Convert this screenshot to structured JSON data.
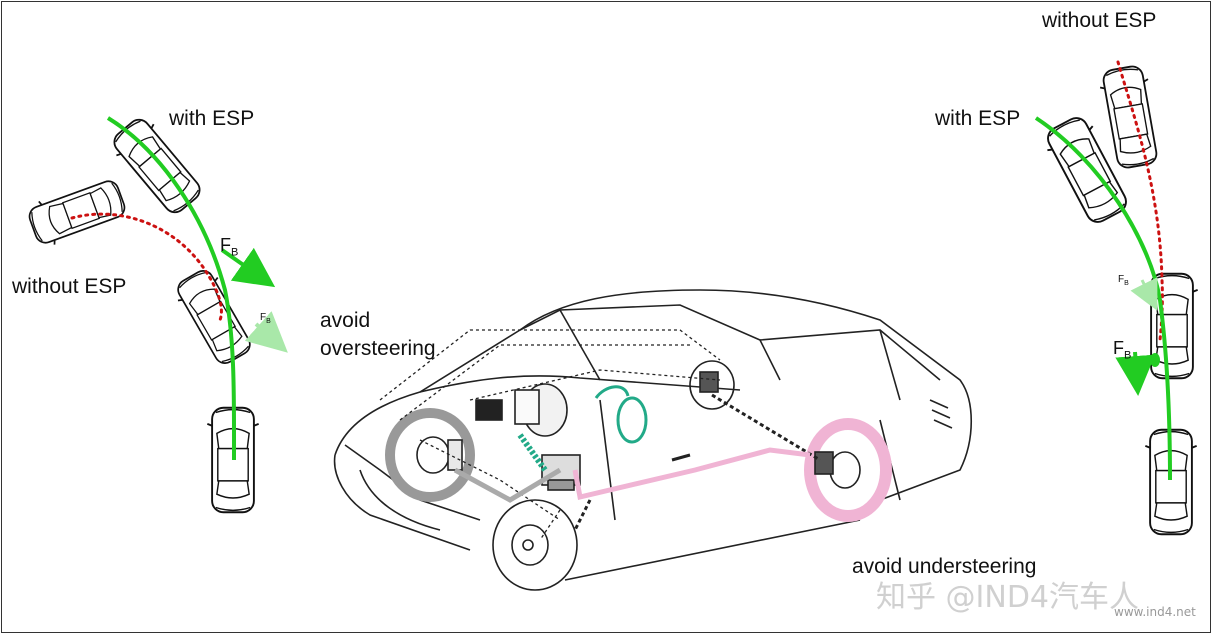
{
  "labels": {
    "left_with_esp": "with ESP",
    "left_without_esp": "without ESP",
    "right_with_esp": "with ESP",
    "right_without_esp": "without ESP",
    "avoid_oversteering_line1": "avoid",
    "avoid_oversteering_line2": "oversteering",
    "avoid_understeering": "avoid understeering"
  },
  "force_labels": {
    "left_main": "F",
    "left_main_sub": "B",
    "left_small": "F",
    "left_small_sub": "B",
    "right_small": "F",
    "right_small_sub": "B",
    "right_main": "F",
    "right_main_sub": "B"
  },
  "watermark": {
    "main": "知乎 @IND4汽车人",
    "url": "www.ind4.net"
  },
  "colors": {
    "with_esp_path": "#22cc22",
    "without_esp_path": "#cc1111",
    "oversteer_brake_line": "#aaaaaa",
    "understeer_brake_line": "#f0b4d4",
    "sensor_teal": "#22aa88"
  }
}
